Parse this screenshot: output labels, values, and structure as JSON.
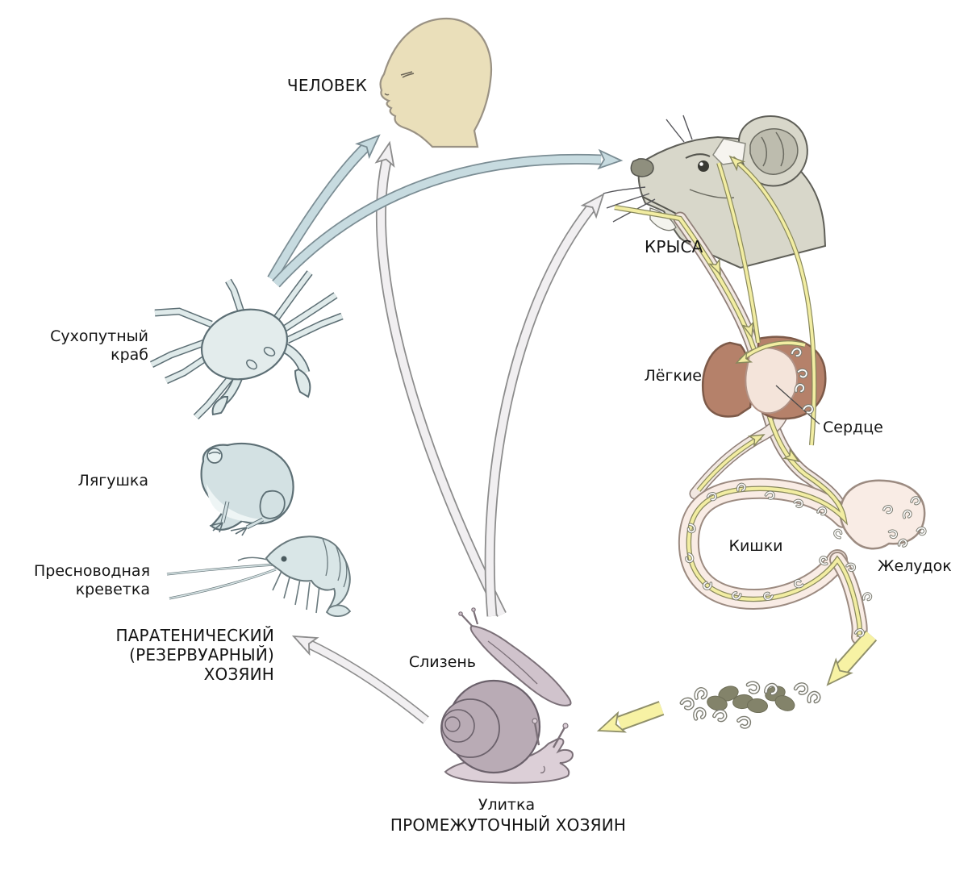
{
  "diagram_subject": "parasite-life-cycle",
  "labels": {
    "human": "ЧЕЛОВЕК",
    "rat": "КРЫСА",
    "lungs": "Лёгкие",
    "heart": "Сердце",
    "intestines": "Кишки",
    "stomach": "Желудок",
    "land_crab": "Сухопутный\nкраб",
    "frog": "Лягушка",
    "freshwater_shrimp": "Пресноводная\nкреветка",
    "paratenic_host": "ПАРАТЕНИЧЕСКИЙ\n(РЕЗЕРВУАРНЫЙ)\nХОЗЯИН",
    "slug": "Слизень",
    "snail": "Улитка",
    "intermediate_host": "ПРОМЕЖУТОЧНЫЙ ХОЗЯИН"
  },
  "arrows": [
    {
      "id": "paratenic-hosts-to-human",
      "color_key": "blue"
    },
    {
      "id": "paratenic-hosts-to-rat",
      "color_key": "blue"
    },
    {
      "id": "intermediate-host-to-human",
      "color_key": "white"
    },
    {
      "id": "intermediate-host-to-rat",
      "color_key": "white"
    },
    {
      "id": "snail-to-paratenic-hosts",
      "color_key": "white"
    },
    {
      "id": "rat-gut-to-feces",
      "color_key": "yellow"
    },
    {
      "id": "feces-to-snail",
      "color_key": "yellow"
    },
    {
      "id": "larva-migration-inside-rat",
      "color_key": "yellow"
    }
  ],
  "colors": {
    "background": "#ffffff",
    "arrow_blue": "#c7dbe0",
    "arrow_blue_outline": "#7b8d94",
    "arrow_white": "#f1eff1",
    "arrow_white_outline": "#8c8c8c",
    "arrow_yellow": "#f7f2a4",
    "arrow_yellow_outline": "#8f8f6a",
    "larva_path_yellow": "#f2eda2",
    "human_skin": "#eadfba",
    "rat_body": "#d8d7ca",
    "lungs": "#b5816a",
    "heart": "#f4e4da",
    "gut_tube": "#f9ece5",
    "feces": "#83836a",
    "snail_shell": "#b9abb5",
    "snail_body": "#dccfd7",
    "slug_body": "#d0c3cc",
    "crustacean": "#dfeaea",
    "text": "#141414"
  }
}
